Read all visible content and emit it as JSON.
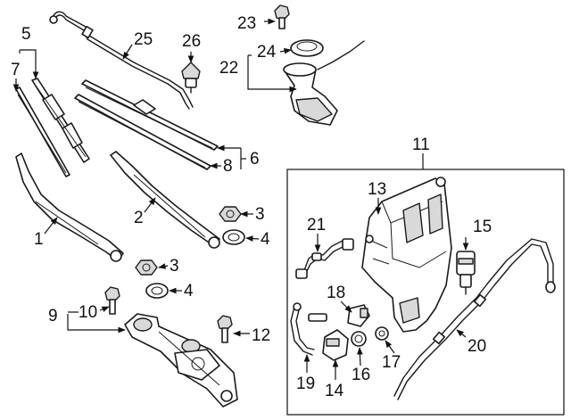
{
  "callouts": {
    "c1": "1",
    "c2": "2",
    "c3a": "3",
    "c3b": "3",
    "c4a": "4",
    "c4b": "4",
    "c5": "5",
    "c6": "6",
    "c7": "7",
    "c8": "8",
    "c9": "9",
    "c10": "10",
    "c11": "11",
    "c12": "12",
    "c13": "13",
    "c14": "14",
    "c15": "15",
    "c16": "16",
    "c17": "17",
    "c18": "18",
    "c19": "19",
    "c20": "20",
    "c21": "21",
    "c22": "22",
    "c23": "23",
    "c24": "24",
    "c25": "25",
    "c26": "26"
  }
}
